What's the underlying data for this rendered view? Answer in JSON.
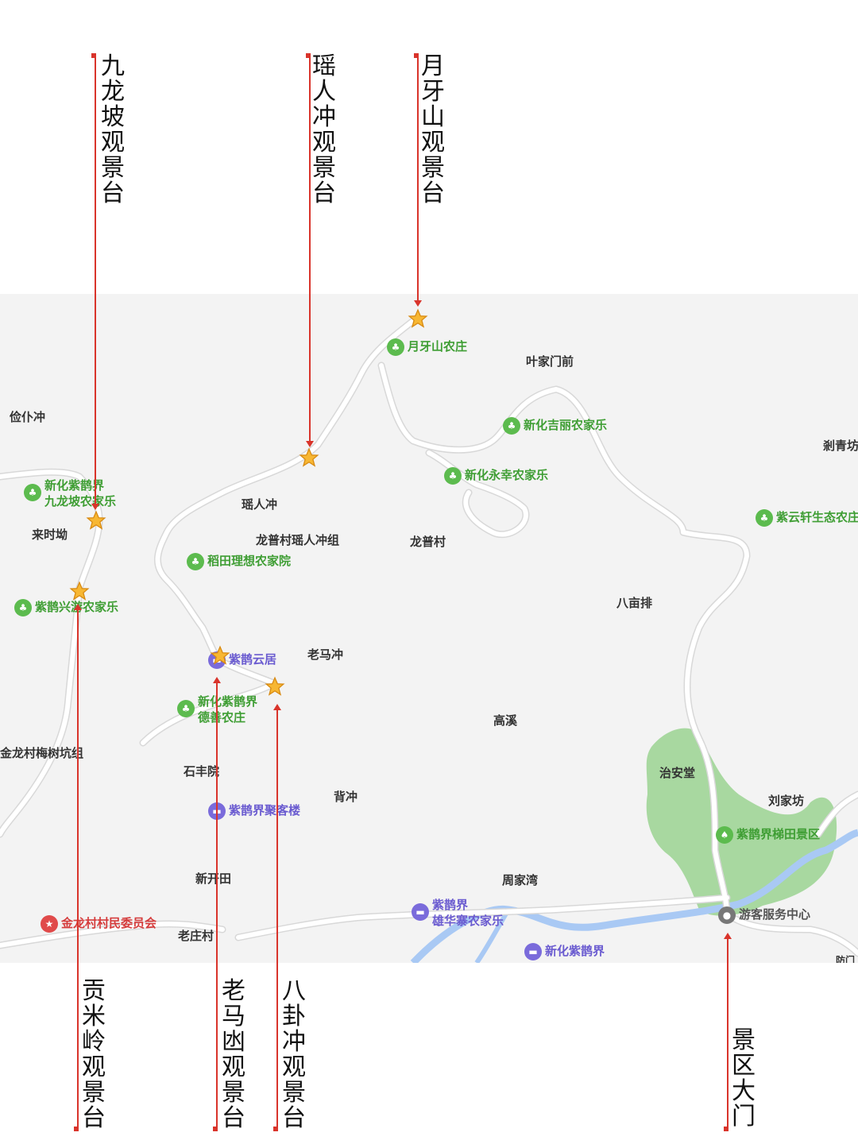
{
  "callouts_top": [
    {
      "id": "jiulongpo",
      "label": "九龙坡观景台"
    },
    {
      "id": "yaorenchong",
      "label": "瑶人冲观景台"
    },
    {
      "id": "yueyashan",
      "label": "月牙山观景台"
    }
  ],
  "callouts_bottom": [
    {
      "id": "gongmiling",
      "label": "贡米岭观景台"
    },
    {
      "id": "laomaao",
      "label": "老马凼观景台"
    },
    {
      "id": "baguachong",
      "label": "八卦冲观景台"
    },
    {
      "id": "jingqudamen",
      "label": "景区大门"
    }
  ],
  "places": [
    "俭仆冲",
    "叶家门前",
    "剎青坊",
    "瑶人冲",
    "龙普村瑶人冲组",
    "龙普村",
    "来时坳",
    "八亩排",
    "老马冲",
    "高溪",
    "金龙村梅树坑组",
    "石丰院",
    "背冲",
    "治安堂",
    "刘家坊",
    "新开田",
    "周家湾",
    "老庄村",
    "防门"
  ],
  "pois_green": [
    {
      "id": "yueyashan_farm",
      "label": "月牙山农庄"
    },
    {
      "id": "jili",
      "label": "新化吉丽农家乐"
    },
    {
      "id": "yongxing",
      "label": "新化永幸农家乐"
    },
    {
      "id": "ziyunxuan",
      "label": "紫云轩生态农庄"
    },
    {
      "id": "jiulong_farm",
      "label1": "新化紫鹊界",
      "label2": "九龙坡农家乐"
    },
    {
      "id": "daotian",
      "label": "稻田理想农家院"
    },
    {
      "id": "ziquexingyou",
      "label": "紫鹊兴游农家乐"
    },
    {
      "id": "deshan",
      "label1": "新化紫鹊界",
      "label2": "德善农庄"
    },
    {
      "id": "titian",
      "label": "紫鹊界梯田景区"
    }
  ],
  "pois_purple": [
    {
      "id": "ziqueyunju",
      "label": "紫鹊云居"
    },
    {
      "id": "juke",
      "label": "紫鹊界聚客楼"
    },
    {
      "id": "xionghuazhai",
      "label1": "紫鹊界",
      "label2": "雄华寨农家乐"
    },
    {
      "id": "ziquejie_bottom",
      "label": "新化紫鹊界"
    }
  ],
  "poi_red": {
    "label": "金龙村村民委员会"
  },
  "poi_gray": {
    "label": "游客服务中心"
  }
}
